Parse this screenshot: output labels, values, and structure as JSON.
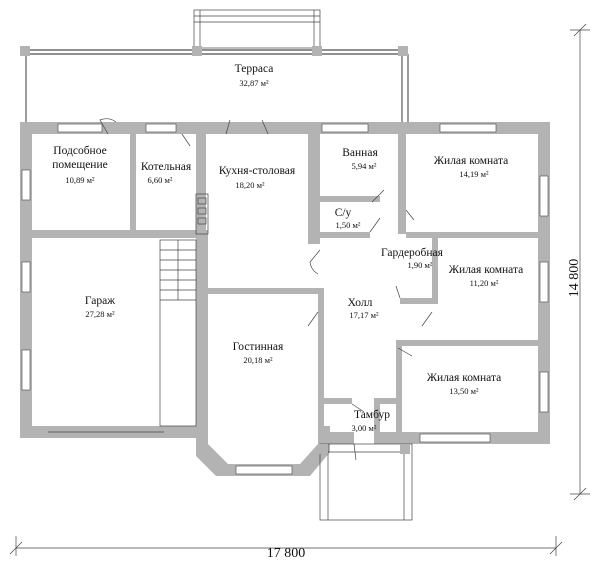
{
  "rooms": {
    "terrace": {
      "name": "Терраса",
      "area": "32,87 м²"
    },
    "utility": {
      "name_line1": "Подсобное",
      "name_line2": "помещение",
      "area": "10,89 м²"
    },
    "boiler": {
      "name": "Котельная",
      "area": "6,60 м²"
    },
    "kitchen": {
      "name": "Кухня-столовая",
      "area": "18,20 м²"
    },
    "bathroom": {
      "name": "Ванная",
      "area": "5,94 м²"
    },
    "bedroom1": {
      "name": "Жилая комната",
      "area": "14,19 м²"
    },
    "wc": {
      "name": "С/у",
      "area": "1,50 м²"
    },
    "wardrobe": {
      "name": "Гардеробная",
      "area": "1,90 м²"
    },
    "bedroom2": {
      "name": "Жилая комната",
      "area": "11,20 м²"
    },
    "garage": {
      "name": "Гараж",
      "area": "27,28 м²"
    },
    "hall": {
      "name": "Холл",
      "area": "17,17 м²"
    },
    "living": {
      "name": "Гостинная",
      "area": "20,18 м²"
    },
    "bedroom3": {
      "name": "Жилая комната",
      "area": "13,50 м²"
    },
    "vestibule": {
      "name": "Тамбур",
      "area": "3,00 м²"
    }
  },
  "dimensions": {
    "width": "17 800",
    "height": "14 800"
  },
  "colors": {
    "wall": "#b3b3b3",
    "line": "#222222",
    "background": "#ffffff"
  }
}
